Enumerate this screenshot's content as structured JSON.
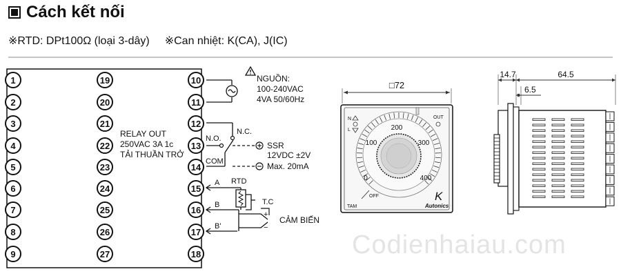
{
  "title": "Cách kết nối",
  "subtitle": {
    "rtd": "※RTD: DPt100Ω (loại 3-dây)",
    "thermocouple": "※Can nhiệt: K(CA), J(IC)"
  },
  "terminals": {
    "left": [
      "1",
      "2",
      "3",
      "4",
      "5",
      "6",
      "7",
      "8",
      "9"
    ],
    "middle": [
      "19",
      "20",
      "21",
      "22",
      "23",
      "24",
      "25",
      "26",
      "27"
    ],
    "right": [
      "10",
      "11",
      "12",
      "13",
      "14",
      "15",
      "16",
      "17",
      "18"
    ]
  },
  "labels": {
    "power": [
      "NGUỒN:",
      "100-240VAC",
      "4VA 50/60Hz"
    ],
    "relay": [
      "RELAY OUT",
      "250VAC 3A 1c",
      "TẢI THUẦN TRỞ"
    ],
    "no": "N.O.",
    "nc": "N.C.",
    "com": "COM",
    "ssr": [
      "SSR",
      "12VDC ±2V",
      "Max. 20mA"
    ],
    "rtd": "RTD",
    "a": "A",
    "b": "B",
    "bprime": "B'",
    "tc": "T.C",
    "plus": "+",
    "minus": "−",
    "sensor": "CẢM BIẾN"
  },
  "front_view": {
    "width_label": "□72",
    "dial_ticks": [
      "0",
      "100",
      "200",
      "300",
      "400"
    ],
    "indicator_n": "N",
    "indicator_l": "L",
    "out": "OUT",
    "off": "OFF",
    "model": "TAM",
    "k": "K",
    "brand": "Autonics"
  },
  "side_view": {
    "dim_a": "14.7",
    "dim_b": "64.5",
    "dim_c": "6.5"
  },
  "watermark": "Codienhaiau.com"
}
